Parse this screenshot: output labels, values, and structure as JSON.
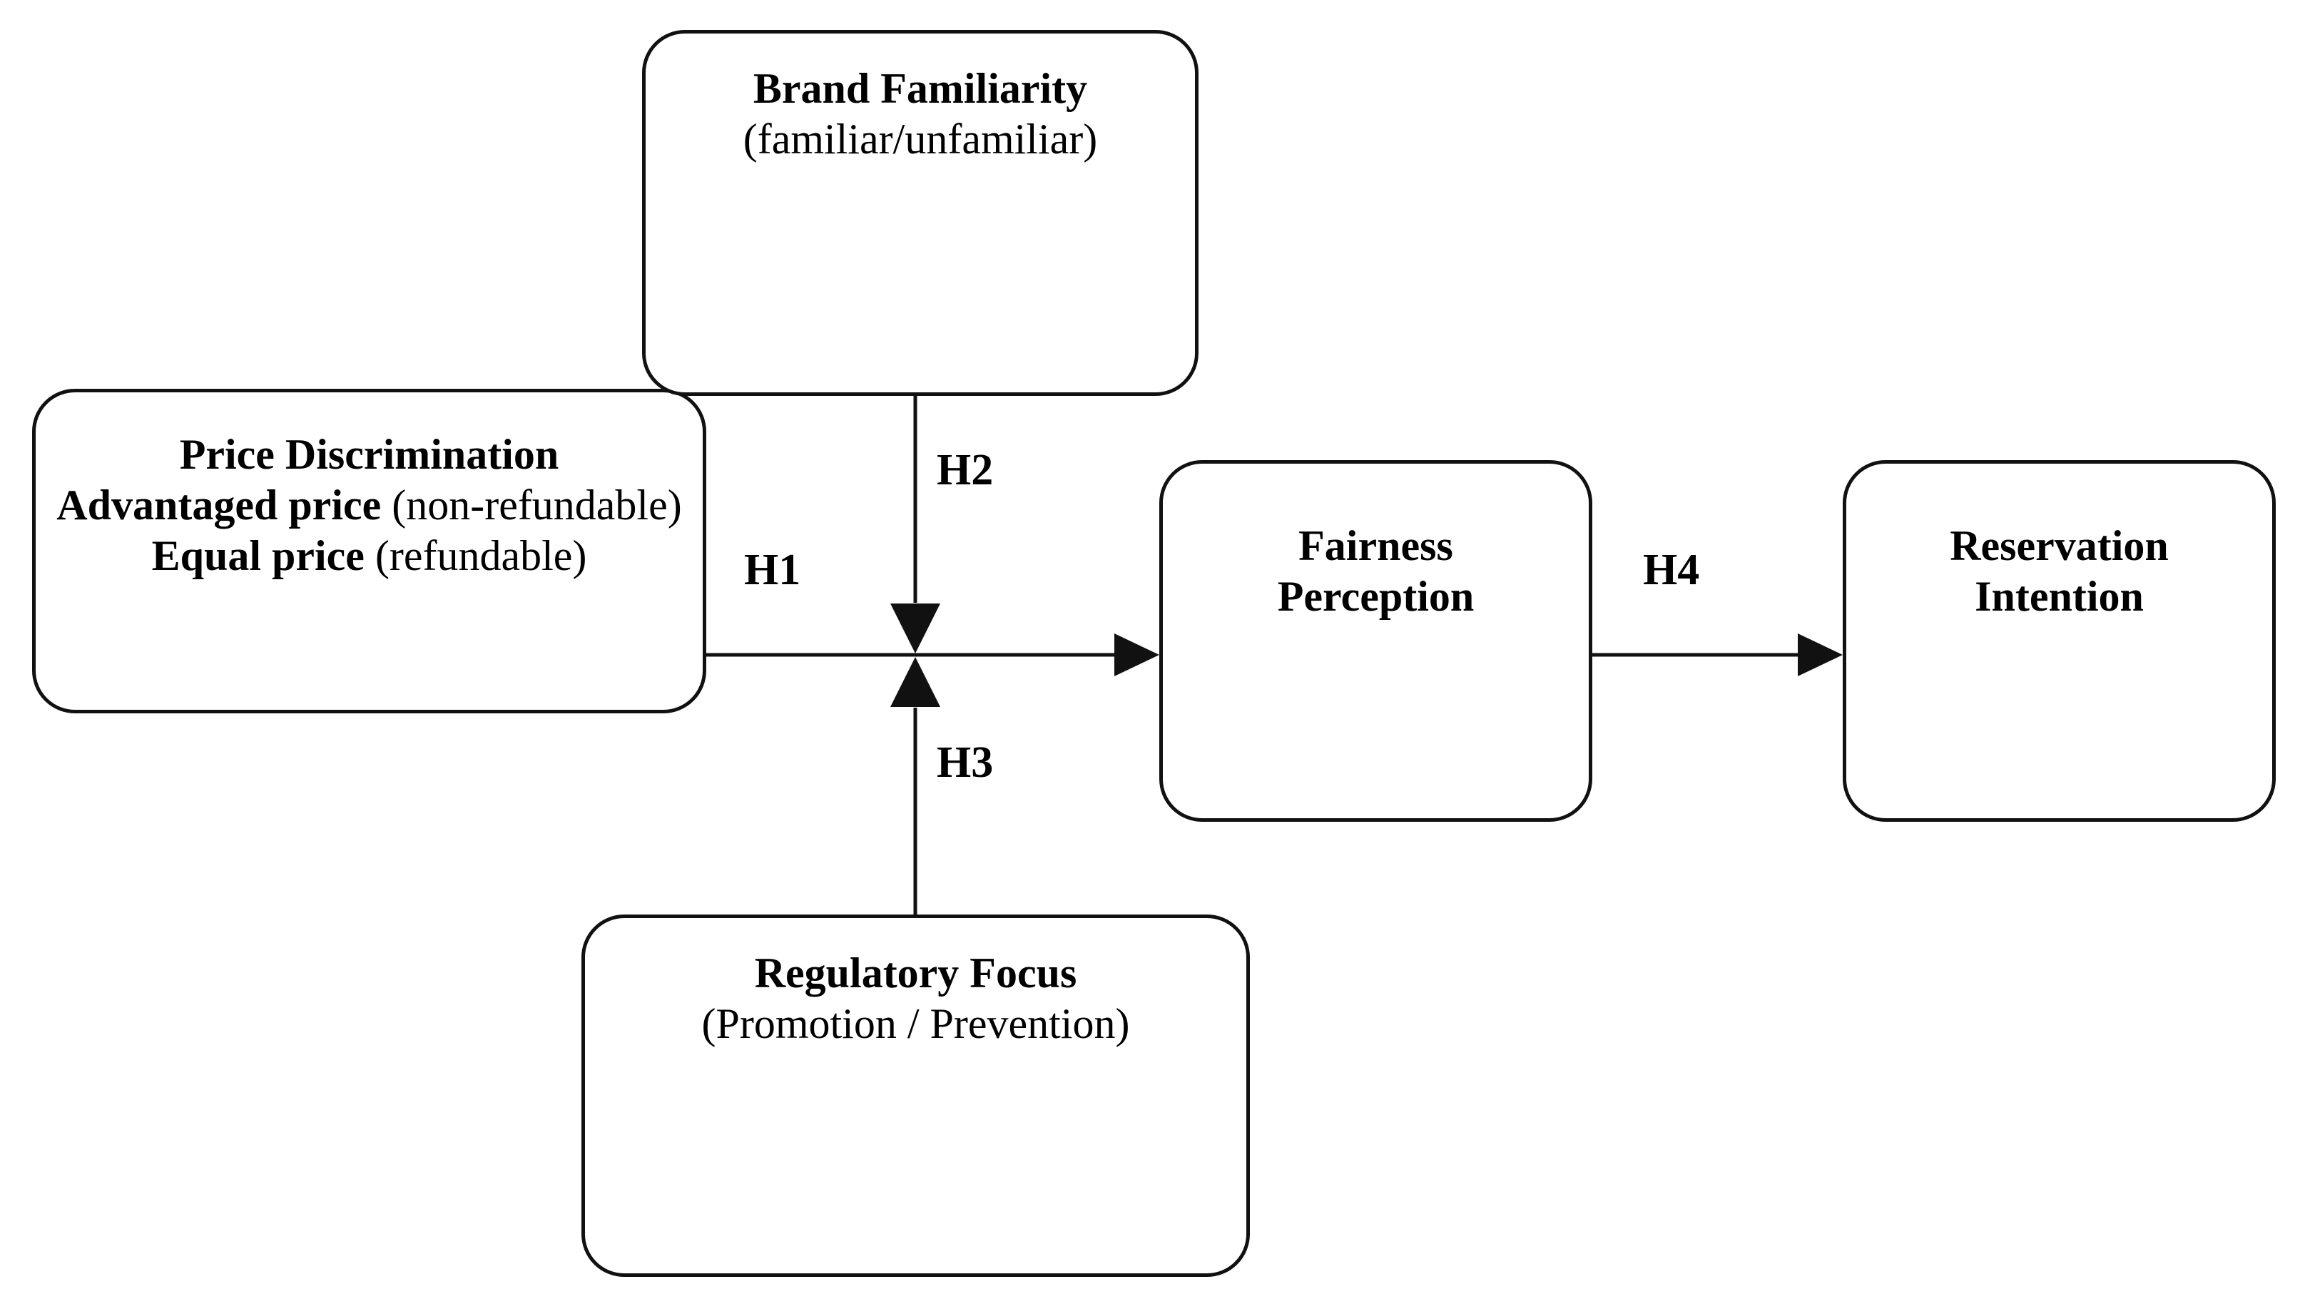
{
  "diagram": {
    "type": "conceptual-research-model",
    "background_color": "#ffffff",
    "line_color": "#111111",
    "text_color": "#000000"
  },
  "nodes": {
    "price_discrimination": {
      "title": "Price Discrimination",
      "line2_bold": "Advantaged price",
      "line2_rest": " (non-refundable)",
      "line3_bold": "Equal price",
      "line3_rest": " (refundable)"
    },
    "brand_familiarity": {
      "title": "Brand Familiarity",
      "subtitle": "(familiar/unfamiliar)"
    },
    "fairness_perception": {
      "title": "Fairness\nPerception"
    },
    "reservation_intention": {
      "title": "Reservation\nIntention"
    },
    "regulatory_focus": {
      "title": "Regulatory Focus",
      "subtitle": "(Promotion / Prevention)"
    }
  },
  "edges": {
    "h1": {
      "label": "H1",
      "from": "price_discrimination",
      "to": "fairness_perception",
      "orientation": "horizontal",
      "direction": "right"
    },
    "h2": {
      "label": "H2",
      "from": "brand_familiarity",
      "to": "h1_path",
      "orientation": "vertical",
      "direction": "down",
      "role": "moderator"
    },
    "h3": {
      "label": "H3",
      "from": "regulatory_focus",
      "to": "h1_path",
      "orientation": "vertical",
      "direction": "up",
      "role": "moderator"
    },
    "h4": {
      "label": "H4",
      "from": "fairness_perception",
      "to": "reservation_intention",
      "orientation": "horizontal",
      "direction": "right"
    }
  }
}
